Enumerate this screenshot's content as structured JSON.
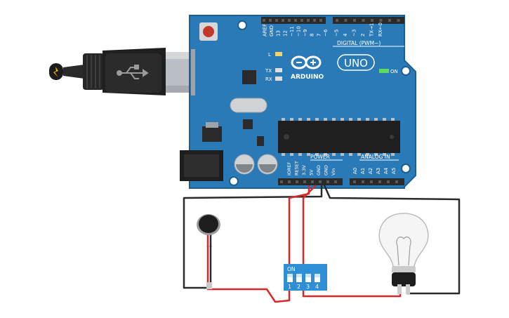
{
  "board": {
    "brand": "ARDUINO",
    "model": "UNO",
    "digital_header": "DIGITAL (PWM~)",
    "digital_pins": [
      "AREF",
      "GND",
      "13",
      "12",
      "~11",
      "~10",
      "~9",
      "8",
      "7",
      "~6",
      "~5",
      "4",
      "~3",
      "2",
      "TX→1",
      "RX←0"
    ],
    "power_header": "POWER",
    "power_pins": [
      "IOREF",
      "RESET",
      "3.3V",
      "5V",
      "GND",
      "GND",
      "Vin"
    ],
    "analog_header": "ANALOG IN",
    "analog_pins": [
      "A0",
      "A1",
      "A2",
      "A3",
      "A4",
      "A5"
    ],
    "led_l": "L",
    "led_tx": "TX",
    "led_rx": "RX",
    "led_on": "ON"
  },
  "dip_switch": {
    "on_label": "ON",
    "numbers": [
      "1",
      "2",
      "3",
      "4"
    ]
  },
  "colors": {
    "board_blue": "#2b7ab8",
    "board_dark": "#1e5f91",
    "wire_red": "#d8282c",
    "wire_black": "#2a2a2a",
    "dip_blue": "#2e8fd6"
  }
}
